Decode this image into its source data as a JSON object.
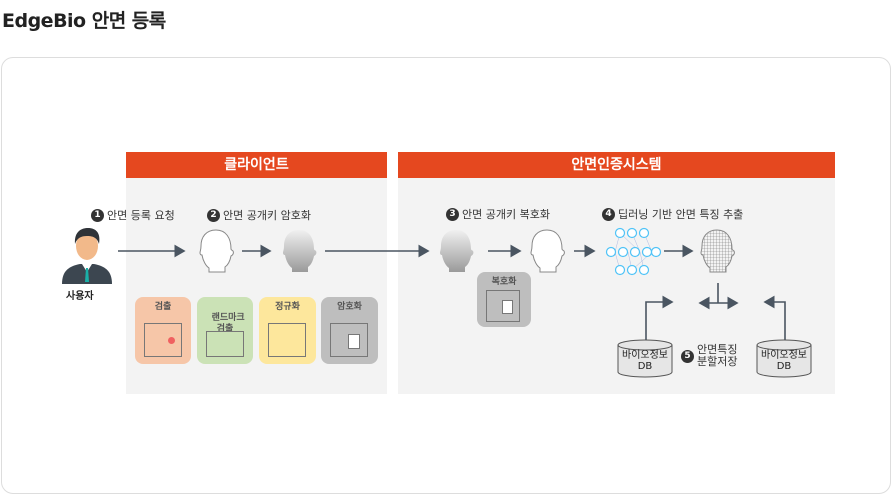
{
  "page_title": "EdgeBio 안면 등록",
  "user_label": "사용자",
  "client": {
    "header": "클라이언트",
    "steps": [
      {
        "num": "1",
        "label": "안면 등록 요청"
      },
      {
        "num": "2",
        "label": "안면 공개키 암호화"
      }
    ],
    "boxes": [
      {
        "label": "검출",
        "color": "#f6c6a8"
      },
      {
        "label": "랜드마크\n검출",
        "color": "#cbe2b6"
      },
      {
        "label": "정규화",
        "color": "#fde79c"
      },
      {
        "label": "암호화",
        "color": "#bebebe"
      }
    ]
  },
  "system": {
    "header": "안면인증시스템",
    "steps": [
      {
        "num": "3",
        "label": "안면 공개키 복호화"
      },
      {
        "num": "4",
        "label": "딥러닝 기반 안면 특징 추출"
      },
      {
        "num": "5",
        "label": "안면특징\n분할저장"
      }
    ],
    "decrypt_box": "복호화",
    "db_left": "바이오정보\nDB",
    "db_right": "바이오정보\nDB"
  },
  "colors": {
    "accent": "#e5481f",
    "panel": "#f3f3f3",
    "arrow": "#4a5561",
    "network": "#4fc3f7"
  }
}
